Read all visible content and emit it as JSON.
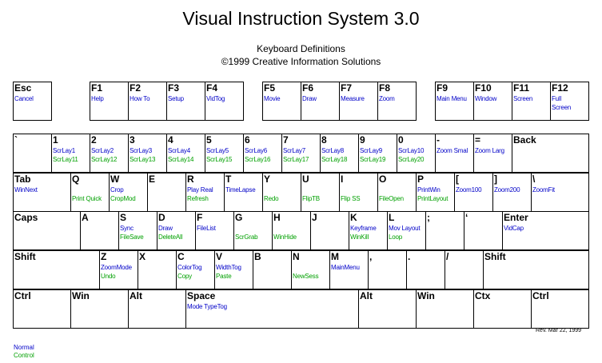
{
  "header": {
    "title": "Visual Instruction System 3.0",
    "subtitle_line1": "Keyboard Definitions",
    "subtitle_line2": "©1999 Creative Information Solutions"
  },
  "colors": {
    "normal": "#0000c8",
    "control": "#00a000"
  },
  "rows": [
    [
      {
        "label": "Esc",
        "normal": "Cancel",
        "control": ""
      },
      {
        "label": "F1",
        "normal": "Help",
        "control": ""
      },
      {
        "label": "F2",
        "normal": "How To",
        "control": ""
      },
      {
        "label": "F3",
        "normal": "Setup",
        "control": ""
      },
      {
        "label": "F4",
        "normal": "VidTog",
        "control": ""
      },
      {
        "label": "F5",
        "normal": "Movie",
        "control": ""
      },
      {
        "label": "F6",
        "normal": "Draw",
        "control": ""
      },
      {
        "label": "F7",
        "normal": "Measure",
        "control": ""
      },
      {
        "label": "F8",
        "normal": "Zoom",
        "control": ""
      },
      {
        "label": "F9",
        "normal": "Main Menu",
        "control": ""
      },
      {
        "label": "F10",
        "normal": "Window",
        "control": ""
      },
      {
        "label": "F11",
        "normal": "Screen",
        "control": ""
      },
      {
        "label": "F12",
        "normal": "Full",
        "control": "",
        "normal2": "Screen"
      }
    ],
    [
      {
        "label": "`",
        "normal": "",
        "control": ""
      },
      {
        "label": "1",
        "normal": "ScrLay1",
        "control": "ScrLay11"
      },
      {
        "label": "2",
        "normal": "ScrLay2",
        "control": "ScrLay12"
      },
      {
        "label": "3",
        "normal": "ScrLay3",
        "control": "ScrLay13"
      },
      {
        "label": "4",
        "normal": "ScrLay4",
        "control": "ScrLay14"
      },
      {
        "label": "5",
        "normal": "ScrLay5",
        "control": "ScrLay15"
      },
      {
        "label": "6",
        "normal": "ScrLay6",
        "control": "ScrLay16"
      },
      {
        "label": "7",
        "normal": "ScrLay7",
        "control": "ScrLay17"
      },
      {
        "label": "8",
        "normal": "ScrLay8",
        "control": "ScrLay18"
      },
      {
        "label": "9",
        "normal": "ScrLay9",
        "control": "ScrLay19"
      },
      {
        "label": "0",
        "normal": "ScrLay10",
        "control": "ScrLay20"
      },
      {
        "label": "-",
        "normal": "Zoom Smal",
        "control": ""
      },
      {
        "label": "=",
        "normal": "Zoom Larg",
        "control": ""
      },
      {
        "label": "Back",
        "normal": "",
        "control": ""
      }
    ],
    [
      {
        "label": "Tab",
        "normal": "WinNext",
        "control": ""
      },
      {
        "label": "Q",
        "normal": "",
        "control": "Print Quick"
      },
      {
        "label": "W",
        "normal": "Crop",
        "control": "CropMod"
      },
      {
        "label": "E",
        "normal": "",
        "control": ""
      },
      {
        "label": "R",
        "normal": "Play Real",
        "control": "Refresh"
      },
      {
        "label": "T",
        "normal": "TimeLapse",
        "control": ""
      },
      {
        "label": "Y",
        "normal": "",
        "control": "Redo"
      },
      {
        "label": "U",
        "normal": "",
        "control": "FlipTB"
      },
      {
        "label": "I",
        "normal": "",
        "control": "Flip SS"
      },
      {
        "label": "O",
        "normal": "",
        "control": "FileOpen"
      },
      {
        "label": "P",
        "normal": "PrintWin",
        "control": "PrintLayout"
      },
      {
        "label": "[",
        "normal": "Zoom100",
        "control": ""
      },
      {
        "label": "]",
        "normal": "Zoom200",
        "control": ""
      },
      {
        "label": "\\",
        "normal": "ZoomFit",
        "control": ""
      }
    ],
    [
      {
        "label": "Caps",
        "normal": "",
        "control": ""
      },
      {
        "label": "A",
        "normal": "",
        "control": ""
      },
      {
        "label": "S",
        "normal": "Sync",
        "control": "FileSave"
      },
      {
        "label": "D",
        "normal": "Draw",
        "control": "DeleteAll"
      },
      {
        "label": "F",
        "normal": "FileList",
        "control": ""
      },
      {
        "label": "G",
        "normal": "",
        "control": "ScrGrab"
      },
      {
        "label": "H",
        "normal": "",
        "control": "WinHide"
      },
      {
        "label": "J",
        "normal": "",
        "control": ""
      },
      {
        "label": "K",
        "normal": "Keyframe",
        "control": "WinKill"
      },
      {
        "label": "L",
        "normal": "Mov Layout",
        "control": "Loop"
      },
      {
        "label": ";",
        "normal": "",
        "control": ""
      },
      {
        "label": "‘",
        "normal": "",
        "control": ""
      },
      {
        "label": "Enter",
        "normal": "VidCap",
        "control": ""
      }
    ],
    [
      {
        "label": "Shift",
        "normal": "",
        "control": ""
      },
      {
        "label": "Z",
        "normal": "ZoomMode",
        "control": "Undo"
      },
      {
        "label": "X",
        "normal": "",
        "control": ""
      },
      {
        "label": "C",
        "normal": "ColorTog",
        "control": "Copy"
      },
      {
        "label": "V",
        "normal": "WidthTog",
        "control": "Paste"
      },
      {
        "label": "B",
        "normal": "",
        "control": ""
      },
      {
        "label": "N",
        "normal": "",
        "control": "NewSess"
      },
      {
        "label": "M",
        "normal": "MainMenu",
        "control": ""
      },
      {
        "label": ",",
        "normal": "",
        "control": ""
      },
      {
        "label": ".",
        "normal": "",
        "control": ""
      },
      {
        "label": "/",
        "normal": "",
        "control": ""
      },
      {
        "label": "Shift",
        "normal": "",
        "control": ""
      }
    ],
    [
      {
        "label": "Ctrl",
        "normal": "",
        "control": ""
      },
      {
        "label": "Win",
        "normal": "",
        "control": ""
      },
      {
        "label": "Alt",
        "normal": "",
        "control": ""
      },
      {
        "label": "Space",
        "normal": "Mode TypeTog",
        "control": ""
      },
      {
        "label": "Alt",
        "normal": "",
        "control": ""
      },
      {
        "label": "Win",
        "normal": "",
        "control": ""
      },
      {
        "label": "Ctx",
        "normal": "",
        "control": ""
      },
      {
        "label": "Ctrl",
        "normal": "",
        "control": ""
      }
    ]
  ],
  "footer": {
    "revision": "Rev. Mar 22, 1999",
    "legend_normal": "Normal",
    "legend_control": "Control"
  }
}
